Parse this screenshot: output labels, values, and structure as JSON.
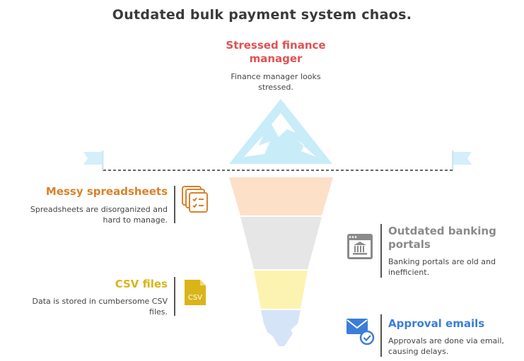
{
  "title": "Outdated bulk payment system chaos.",
  "colors": {
    "red": "#e05252",
    "orange": "#d9822b",
    "yellow": "#d9b51a",
    "gray": "#8a8a8a",
    "blue": "#3b7dd8",
    "peak": "#cceefa",
    "band_orange": "#fde0c8",
    "band_gray": "#e6e6e6",
    "band_yellow": "#fdf3b0",
    "band_blue": "#d6e4f8"
  },
  "peak": {
    "heading": "Stressed finance manager",
    "description": "Finance manager looks stressed."
  },
  "items": [
    {
      "heading": "Messy spreadsheets",
      "description": "Spreadsheets are disorganized and hard to manage.",
      "icon": "spreadsheet-checklist-icon"
    },
    {
      "heading": "Outdated banking portals",
      "description": "Banking portals are old and inefficient.",
      "icon": "bank-browser-icon"
    },
    {
      "heading": "CSV files",
      "description": "Data is stored in cumbersome CSV files.",
      "icon": "csv-file-icon",
      "icon_text": "CSV"
    },
    {
      "heading": "Approval emails",
      "description": "Approvals are done via email, causing delays.",
      "icon": "email-check-icon"
    }
  ]
}
